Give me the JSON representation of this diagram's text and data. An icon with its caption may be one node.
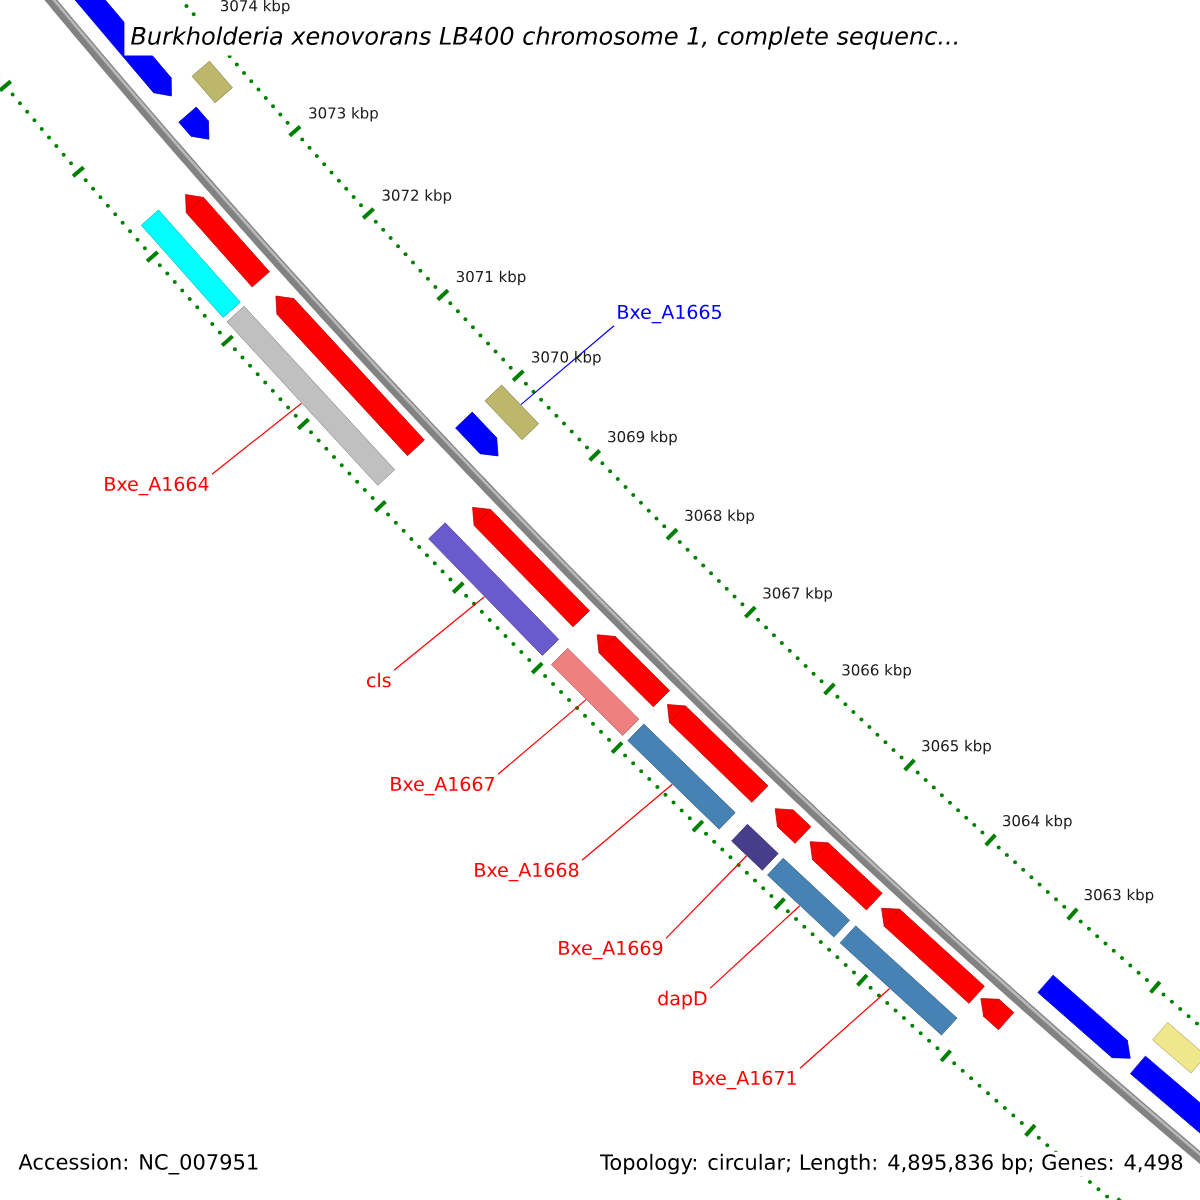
{
  "diagram": {
    "title": "Burkholderia xenovorans LB400 chromosome 1, complete sequenc...",
    "nodes": [
      {
        "text": [
          "Bxe_A1665"
        ]
      },
      {
        "text": [],
        "shape": "bar"
      },
      {
        "text": [
          "Bxe_A1664"
        ]
      },
      {
        "text": [],
        "shape": "bar"
      },
      {
        "text": [
          "cls"
        ]
      },
      {
        "text": [],
        "shape": "bar"
      },
      {
        "text": [
          "Bxe_A1667"
        ]
      },
      {
        "text": [],
        "shape": "bar"
      },
      {
        "text": [
          "Bxe_A1668"
        ]
      },
      {
        "text": [],
        "shape": "bar"
      },
      {
        "text": [
          "Bxe_A1669"
        ]
      },
      {
        "text": [],
        "shape": "bar"
      },
      {
        "text": [
          "dapD"
        ]
      },
      {
        "text": [],
        "shape": "bar"
      },
      {
        "text": [
          "Bxe_A1671"
        ]
      },
      {
        "text": [],
        "shape": "bar"
      },
      {
        "text": [],
        "shape": "arrow"
      },
      {
        "text": [],
        "shape": "bar"
      },
      {
        "text": [],
        "shape": "arrow"
      },
      {
        "text": [],
        "shape": "arrow"
      },
      {
        "text": [],
        "shape": "bar"
      },
      {
        "text": [],
        "shape": "arrow"
      },
      {
        "text": [],
        "shape": "arrow"
      },
      {
        "text": [],
        "shape": "arrow"
      },
      {
        "text": [],
        "shape": "arrow"
      },
      {
        "text": [],
        "shape": "arrow"
      },
      {
        "text": [],
        "shape": "arrow"
      },
      {
        "text": [],
        "shape": "arrow"
      },
      {
        "text": [],
        "shape": "arrow"
      },
      {
        "text": [],
        "shape": "arrow"
      },
      {
        "text": [],
        "shape": "arrow"
      },
      {
        "text": [],
        "shape": "bar"
      },
      {
        "text": [],
        "shape": "arrow"
      }
    ],
    "edges": [
      {
        "from": 0,
        "to": 1,
        "arrow": "none",
        "color": "#0000ff"
      },
      {
        "from": 2,
        "to": 3,
        "arrow": "none"
      },
      {
        "from": 4,
        "to": 5,
        "arrow": "none"
      },
      {
        "from": 6,
        "to": 7,
        "arrow": "none"
      },
      {
        "from": 8,
        "to": 9,
        "arrow": "none"
      },
      {
        "from": 10,
        "to": 11,
        "arrow": "none"
      },
      {
        "from": 12,
        "to": 13,
        "arrow": "none"
      },
      {
        "from": 14,
        "to": 15,
        "arrow": "none"
      }
    ],
    "labels": [
      "3074 kbp",
      "3073 kbp",
      "3072 kbp",
      "3071 kbp",
      "3070 kbp",
      "3069 kbp",
      "3068 kbp",
      "3067 kbp",
      "3066 kbp",
      "3065 kbp",
      "3064 kbp",
      "3063 kbp",
      "Accession: NC_007951",
      "Topology: circular; Length: 4,895,836 bp; Genes: 4,498"
    ]
  }
}
